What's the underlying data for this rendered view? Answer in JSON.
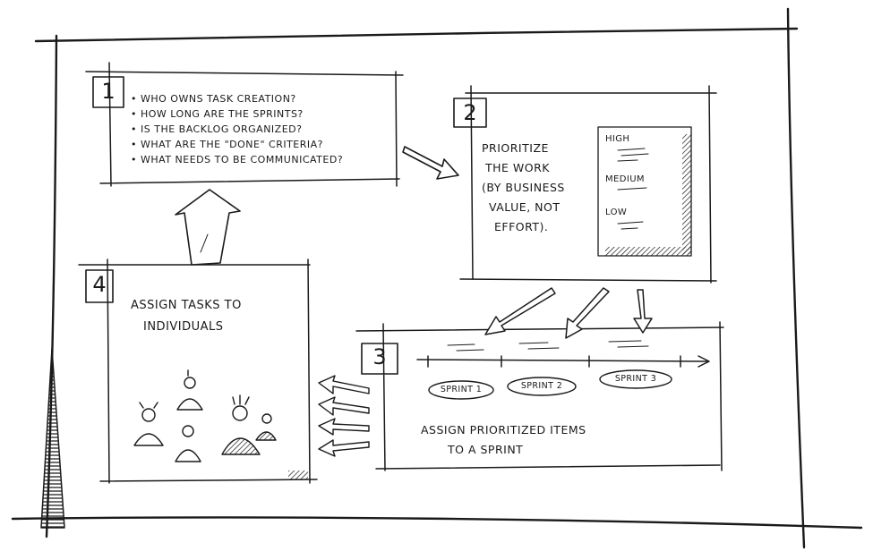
{
  "panel1": {
    "number": "1",
    "questions": [
      "Who Owns Task Creation?",
      "How Long Are The Sprints?",
      "Is The Backlog Organized?",
      "What Are The \"Done\" Criteria?",
      "What Needs To Be Communicated?"
    ]
  },
  "panel2": {
    "number": "2",
    "text_lines": [
      "Prioritize",
      "The Work",
      "(By Business",
      "Value, Not",
      "Effort)."
    ],
    "priorities": [
      "High",
      "Medium",
      "Low"
    ]
  },
  "panel3": {
    "number": "3",
    "sprints": [
      "Sprint 1",
      "Sprint 2",
      "Sprint 3"
    ],
    "text_lines": [
      "Assign Prioritized Items",
      "To A Sprint"
    ]
  },
  "panel4": {
    "number": "4",
    "text_lines": [
      "Assign Tasks To",
      "Individuals"
    ]
  }
}
